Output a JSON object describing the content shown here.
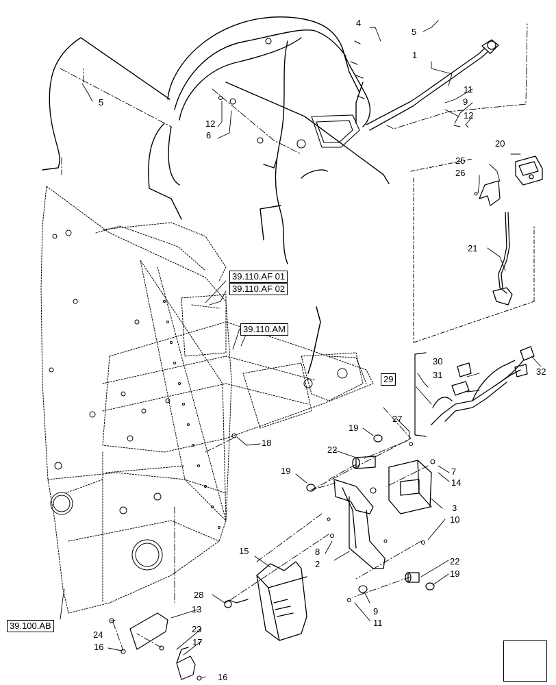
{
  "callouts": {
    "n1": "1",
    "n2": "2",
    "n3": "3",
    "n4": "4",
    "n5a": "5",
    "n5b": "5",
    "n6": "6",
    "n7": "7",
    "n8": "8",
    "n9a": "9",
    "n9b": "9",
    "n10": "10",
    "n11a": "11",
    "n11b": "11",
    "n12a": "12",
    "n12b": "12",
    "n13": "13",
    "n14": "14",
    "n15": "15",
    "n16a": "16",
    "n16b": "16",
    "n17": "17",
    "n18": "18",
    "n19a": "19",
    "n19b": "19",
    "n19c": "19",
    "n20": "20",
    "n21": "21",
    "n22a": "22",
    "n22b": "22",
    "n23": "23",
    "n24": "24",
    "n25": "25",
    "n26": "26",
    "n27": "27",
    "n28": "28",
    "n30": "30",
    "n31": "31",
    "n32": "32"
  },
  "refs": {
    "af01": "39.110.AF 01",
    "af02": "39.110.AF 02",
    "am": "39.110.AM",
    "ab": "39.100.AB",
    "box29": "29"
  },
  "nav_icon": "next-page-arrow-icon"
}
